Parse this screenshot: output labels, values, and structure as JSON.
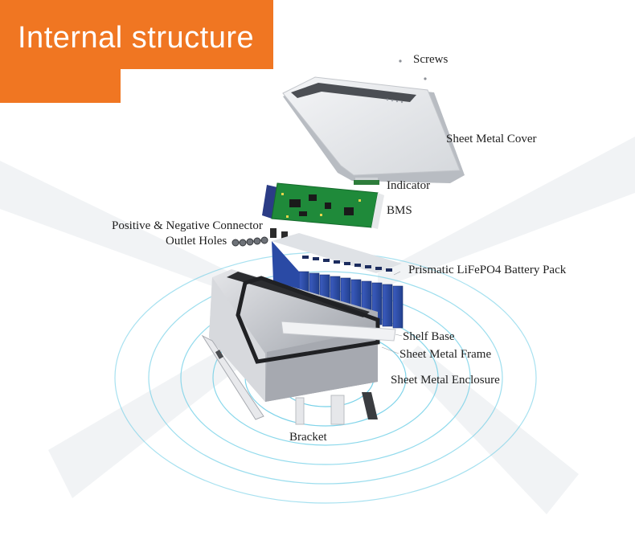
{
  "banner": {
    "title": "Internal structure",
    "color": "#f07622"
  },
  "labels": {
    "screws": "Screws",
    "sheet_metal_cover": "Sheet Metal Cover",
    "indicator": "Indicator",
    "bms": "BMS",
    "connector": "Positive & Negative Connector",
    "outlet_holes": "Outlet Holes",
    "battery_pack": "Prismatic LiFePO4 Battery Pack",
    "shelf_base": "Shelf Base",
    "sheet_metal_frame": "Sheet Metal Frame",
    "sheet_metal_enclosure": "Sheet Metal Enclosure",
    "bracket": "Bracket"
  },
  "colors": {
    "ripple": "#5ec9e4",
    "pcb": "#1f8a3a",
    "cell": "#2f4fa8",
    "metal": "#c9ccd1"
  }
}
